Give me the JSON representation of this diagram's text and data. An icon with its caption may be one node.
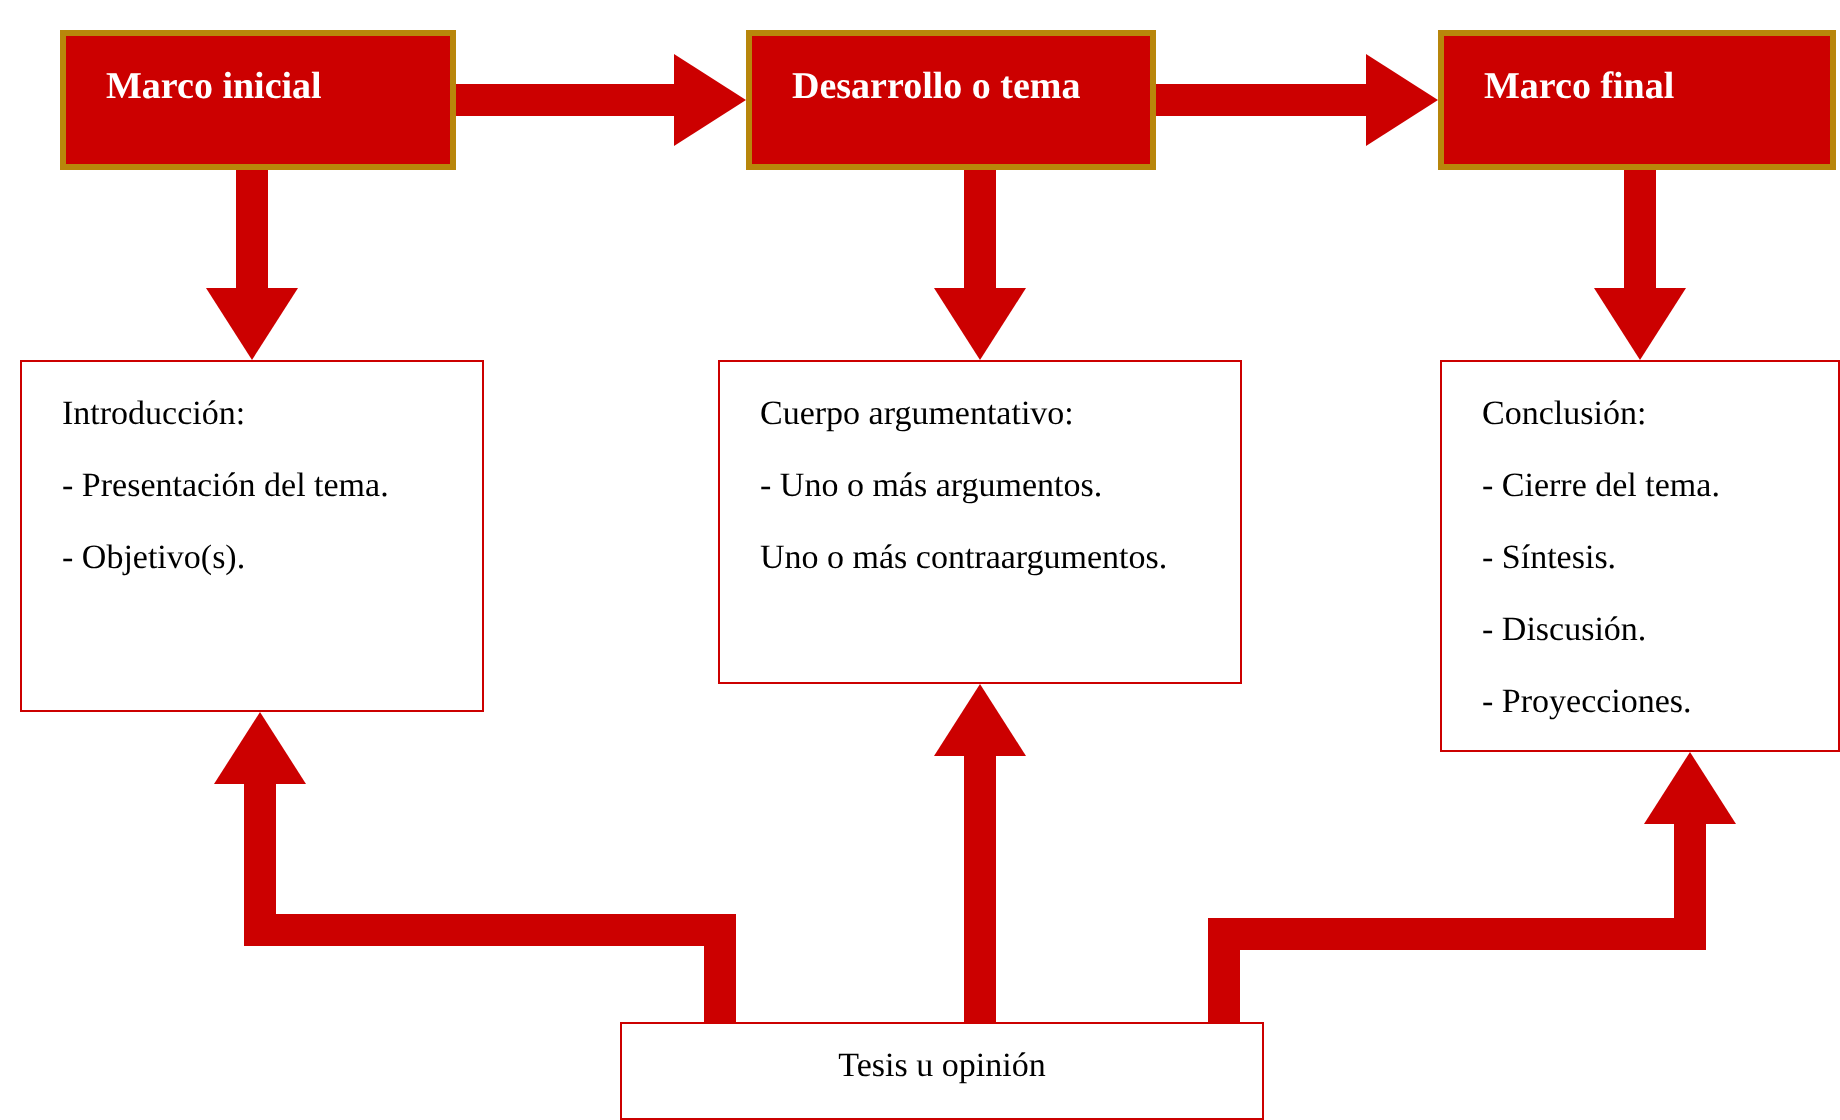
{
  "diagram": {
    "nodes": [
      {
        "text": [
          "Marco inicial"
        ]
      },
      {
        "text": [
          "Desarrollo o tema"
        ]
      },
      {
        "text": [
          "Marco final"
        ]
      },
      {
        "text": [
          "Introducción:",
          "- Presentación del tema.",
          "- Objetivo(s)."
        ]
      },
      {
        "text": [
          "Cuerpo argumentativo:",
          "- Uno o más argumentos.",
          "Uno o más contraargumentos."
        ]
      },
      {
        "text": [
          "Conclusión:",
          "- Cierre del tema.",
          "- Síntesis.",
          "- Discusión.",
          "- Proyecciones."
        ]
      },
      {
        "text": [
          "Tesis u opinión"
        ]
      }
    ],
    "edges": [
      {
        "from": 0,
        "to": 1,
        "arrow": "to"
      },
      {
        "from": 1,
        "to": 2,
        "arrow": "to"
      },
      {
        "from": 0,
        "to": 3,
        "arrow": "to"
      },
      {
        "from": 1,
        "to": 4,
        "arrow": "to"
      },
      {
        "from": 2,
        "to": 5,
        "arrow": "to"
      },
      {
        "from": 6,
        "to": 3,
        "arrow": "to"
      },
      {
        "from": 6,
        "to": 4,
        "arrow": "to"
      },
      {
        "from": 6,
        "to": 5,
        "arrow": "to"
      }
    ]
  }
}
